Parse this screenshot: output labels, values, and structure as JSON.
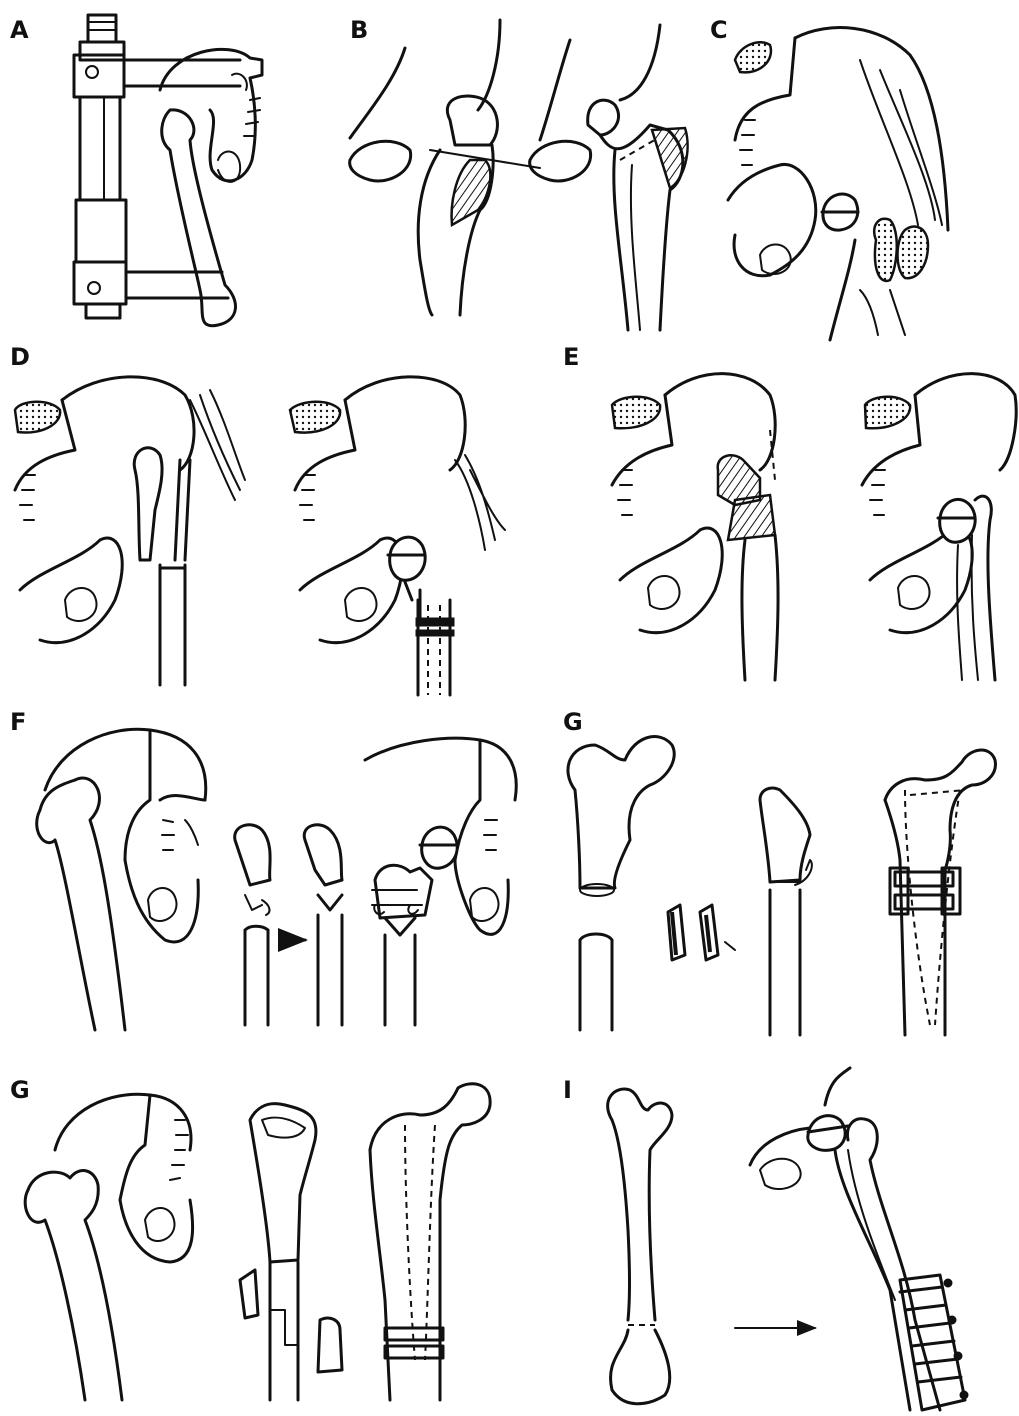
{
  "panels": {
    "a": {
      "label": "A"
    },
    "b": {
      "label": "B"
    },
    "c": {
      "label": "C"
    },
    "d": {
      "label": "D"
    },
    "e": {
      "label": "E"
    },
    "f": {
      "label": "F"
    },
    "g1": {
      "label": "G"
    },
    "g2": {
      "label": "G"
    },
    "i": {
      "label": "I"
    }
  }
}
